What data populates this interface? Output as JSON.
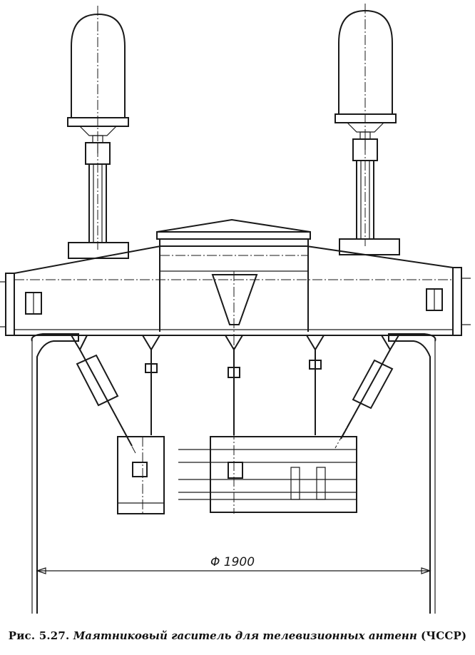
{
  "figure": {
    "dimension_label": "Φ 1900",
    "caption": {
      "number": "Рис. 5.27.",
      "text": "Маятниковый гаситель для телевизионных антенн",
      "suffix": "(ЧССР)"
    }
  },
  "colors": {
    "ink": "#1a1a1a",
    "paper": "#ffffff"
  }
}
